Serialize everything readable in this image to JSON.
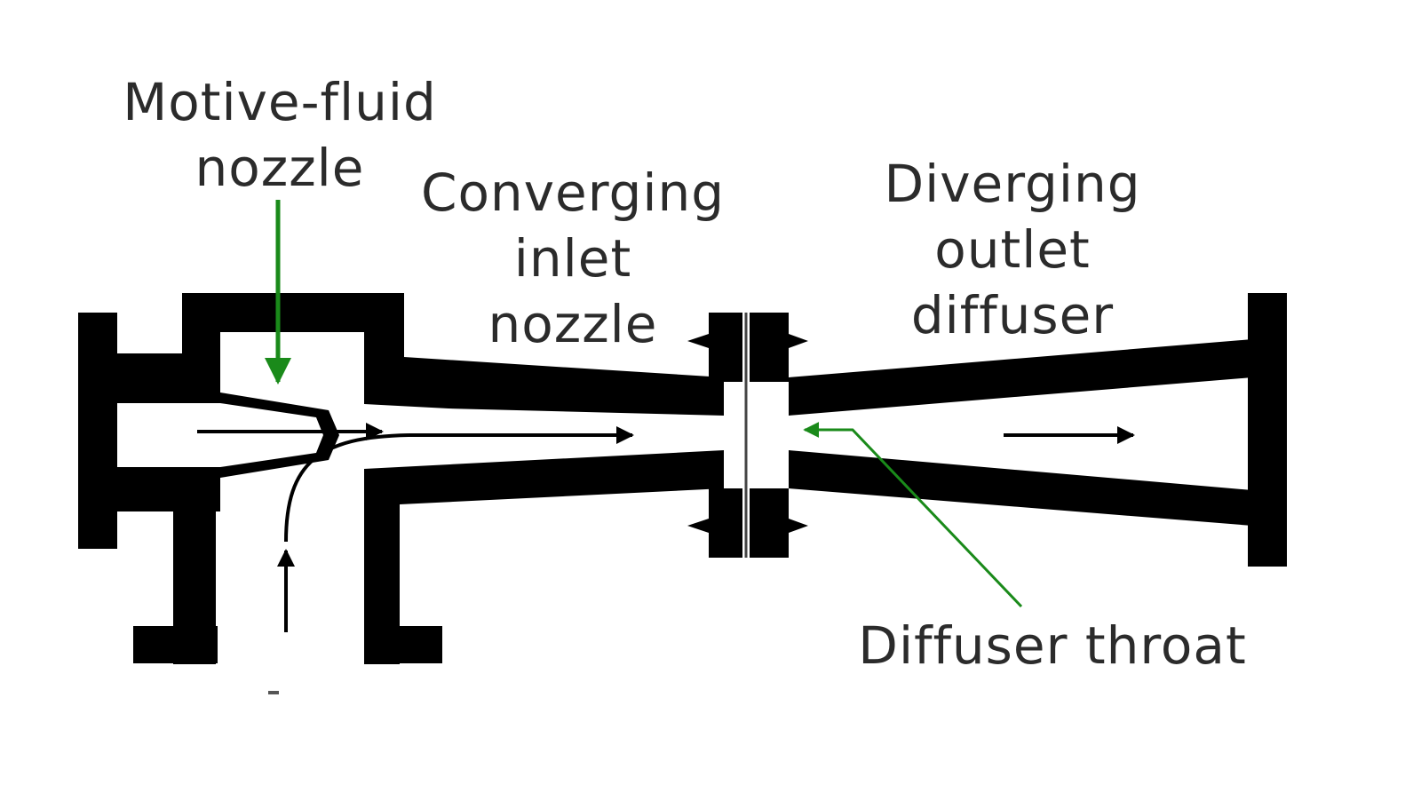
{
  "labels": {
    "motive_fluid_nozzle": [
      "Motive-fluid",
      "nozzle"
    ],
    "converging_inlet_nozzle": [
      "Converging",
      "inlet",
      "nozzle"
    ],
    "diverging_outlet_diffuser": [
      "Diverging",
      "outlet",
      "diffuser"
    ],
    "diffuser_throat": "Diffuser throat"
  },
  "colors": {
    "body": "#000000",
    "pointer": "#1a8a1a",
    "flow_arrow": "#000000",
    "text": "#2b2b2b"
  }
}
